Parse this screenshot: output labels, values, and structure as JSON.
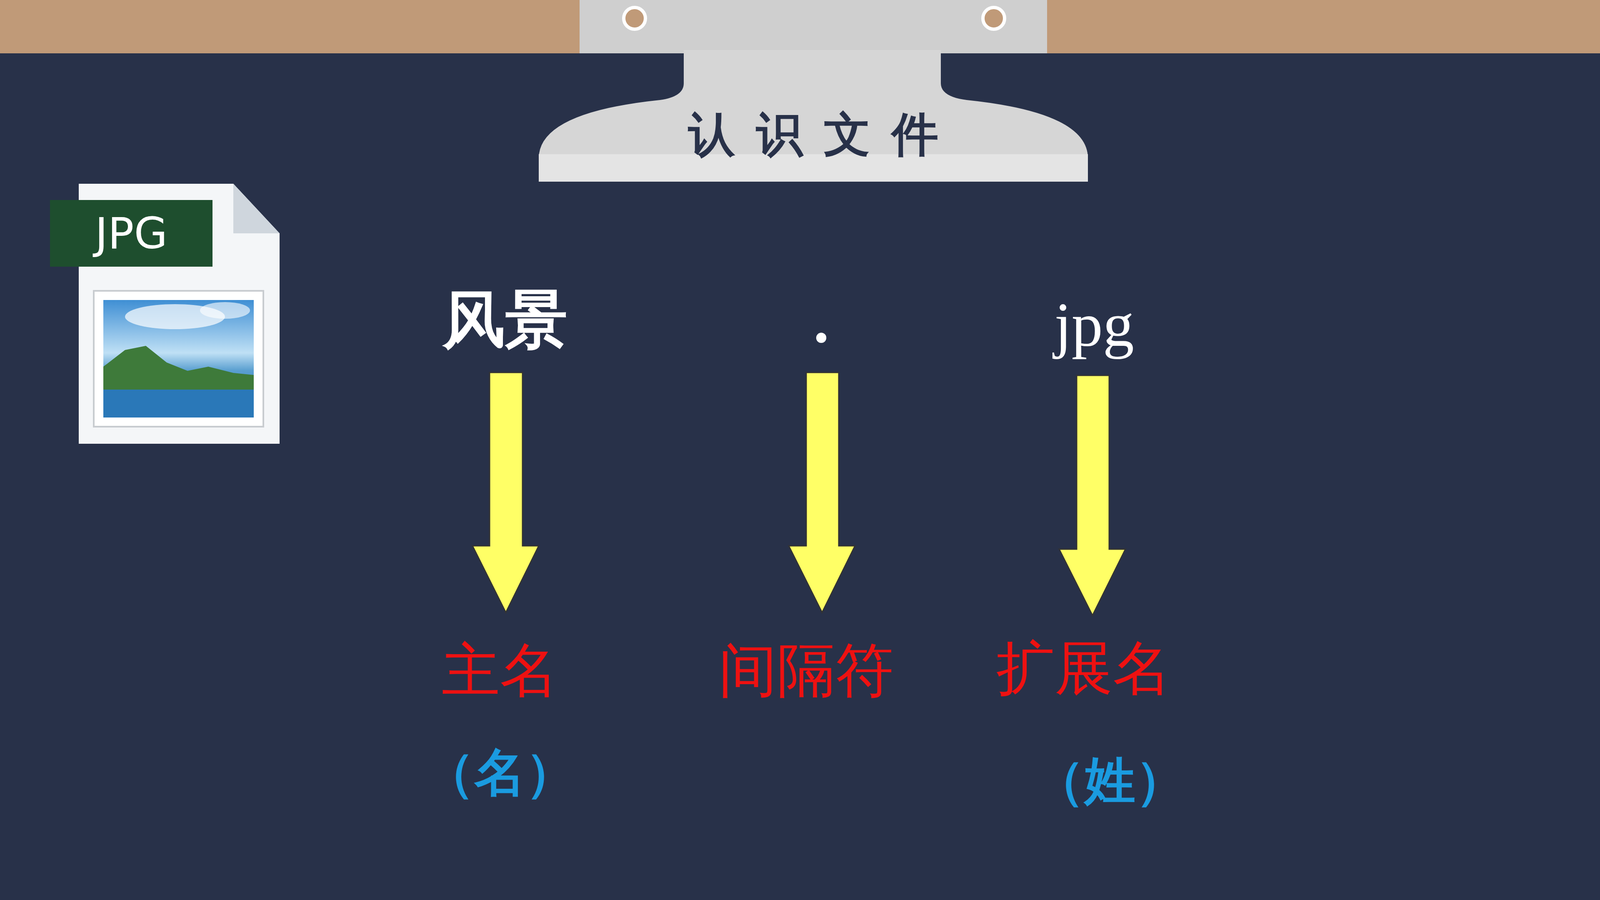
{
  "diagram": {
    "title": "认识文件",
    "labels": [
      "JPG",
      "风景",
      ".",
      "jpg",
      "主名",
      "间隔符",
      "扩展名",
      "（名）",
      "（姓）"
    ]
  }
}
